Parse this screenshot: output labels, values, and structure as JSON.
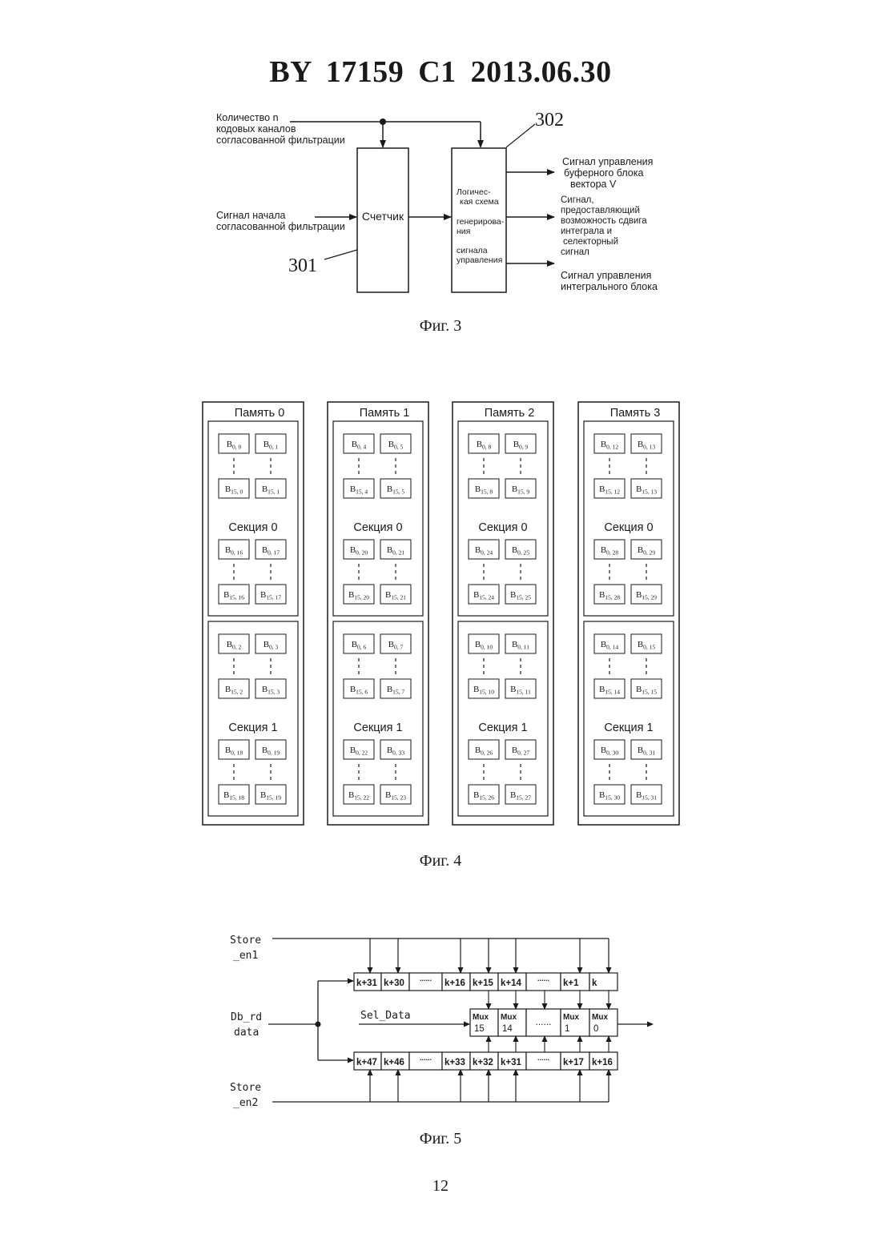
{
  "header": {
    "title": "BY  17159  C1  2013.06.30"
  },
  "fig3": {
    "caption": "Фиг. 3",
    "inputs": {
      "channels": [
        "Количество n",
        "кодовых каналов",
        "согласованной фильтрации"
      ],
      "start": [
        "Сигнал начала",
        "согласованной фильтрации"
      ]
    },
    "counter": {
      "label": "Счетчик",
      "ref": "301"
    },
    "logic": {
      "ref": "302",
      "lines": [
        "Логичес-",
        "кая схема",
        "генерирова-",
        "ния",
        "сигнала",
        "управления"
      ]
    },
    "outputs": {
      "buffer": [
        "Сигнал управления",
        "буферного блока",
        "вектора V"
      ],
      "shift": [
        "Сигнал,",
        "предоставляющий",
        "возможность сдвига",
        "интеграла и",
        "селекторный",
        "сигнал"
      ],
      "integral": [
        "Сигнал управления",
        "интегрального блока"
      ]
    }
  },
  "fig4": {
    "caption": "Фиг. 4",
    "section0_label": "Секция 0",
    "section1_label": "Секция 1",
    "memories": [
      {
        "title": "Память 0",
        "s0": [
          "0, 0",
          "0, 1",
          "15, 0",
          "15, 1",
          "0, 16",
          "0, 17",
          "15, 16",
          "15, 17"
        ],
        "s1": [
          "0, 2",
          "0, 3",
          "15, 2",
          "15, 3",
          "0, 18",
          "0, 19",
          "15, 18",
          "15, 19"
        ]
      },
      {
        "title": "Память 1",
        "s0": [
          "0, 4",
          "0, 5",
          "15, 4",
          "15, 5",
          "0, 20",
          "0, 21",
          "15, 20",
          "15, 21"
        ],
        "s1": [
          "0, 6",
          "0, 7",
          "15, 6",
          "15, 7",
          "0, 22",
          "0, 33",
          "15, 22",
          "15, 23"
        ]
      },
      {
        "title": "Память 2",
        "s0": [
          "0, 8",
          "0, 9",
          "15, 8",
          "15, 9",
          "0, 24",
          "0, 25",
          "15, 24",
          "15, 25"
        ],
        "s1": [
          "0, 10",
          "0, 11",
          "15, 10",
          "15, 11",
          "0, 26",
          "0, 27",
          "15, 26",
          "15, 27"
        ]
      },
      {
        "title": "Память 3",
        "s0": [
          "0, 12",
          "0, 13",
          "15, 12",
          "15, 13",
          "0, 28",
          "0, 29",
          "15, 28",
          "15, 29"
        ],
        "s1": [
          "0, 14",
          "0, 15",
          "15, 14",
          "15, 15",
          "0, 30",
          "0, 31",
          "15, 30",
          "15, 31"
        ]
      }
    ]
  },
  "fig5": {
    "caption": "Фиг. 5",
    "labels": {
      "store_en1": [
        "Store",
        "_en1"
      ],
      "db_rd": [
        "Db_rd",
        "data"
      ],
      "store_en2": [
        "Store",
        "_en2"
      ],
      "sel_data": "Sel_Data"
    },
    "top_row": [
      "k+31",
      "k+30",
      "......",
      "k+16",
      "k+15",
      "k+14",
      "......",
      "k+1",
      "k"
    ],
    "mux_row": [
      [
        "Mux",
        "15"
      ],
      [
        "Mux",
        "14"
      ],
      [
        "......",
        ""
      ],
      [
        "Mux",
        "1"
      ],
      [
        "Mux",
        "0"
      ]
    ],
    "bottom_row": [
      "k+47",
      "k+46",
      "......",
      "k+33",
      "k+32",
      "k+31",
      "......",
      "k+17",
      "k+16"
    ]
  },
  "page_number": "12"
}
